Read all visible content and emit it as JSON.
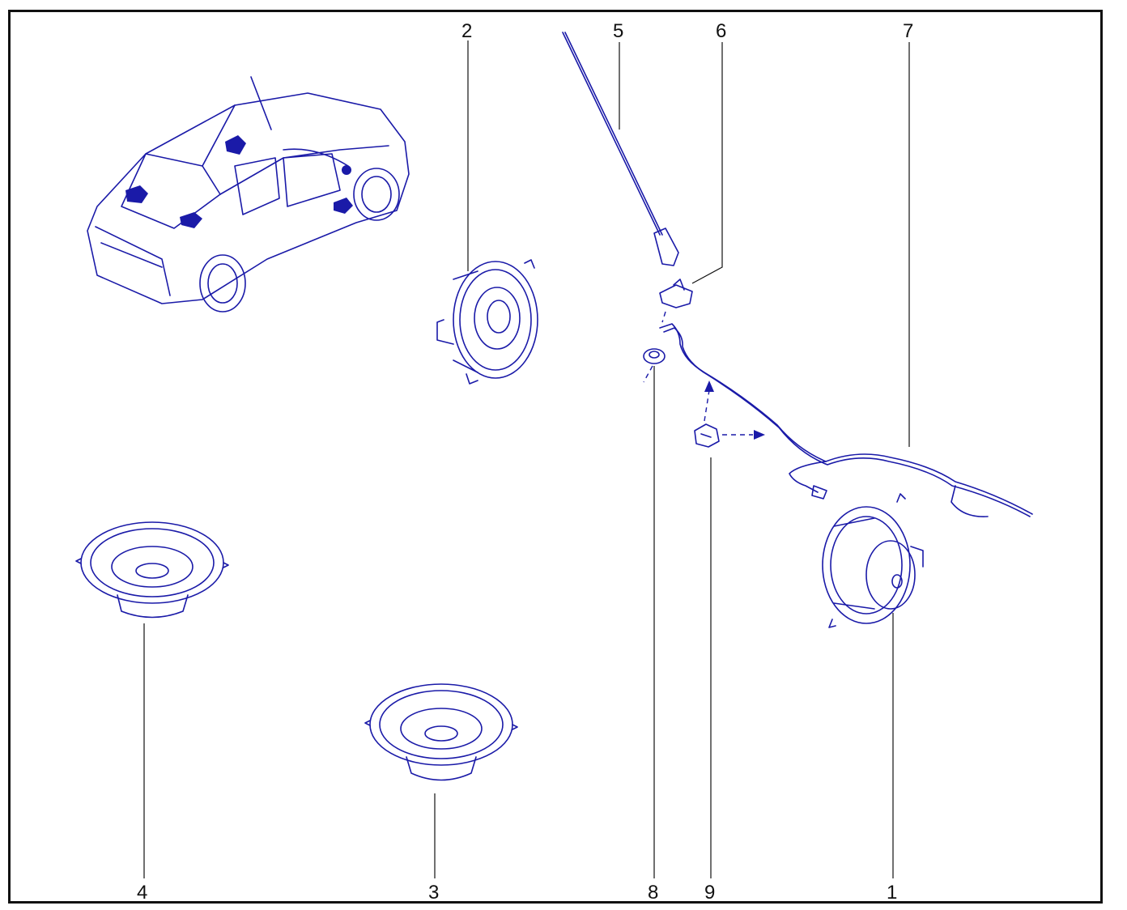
{
  "callouts": [
    "1",
    "2",
    "3",
    "4",
    "5",
    "6",
    "7",
    "8",
    "9"
  ],
  "line_color": "#1a1aa8",
  "icons": [
    "car-illustration",
    "speaker-icon",
    "antenna-icon",
    "cable-icon",
    "clip-icon",
    "grommet-icon",
    "nut-icon"
  ]
}
